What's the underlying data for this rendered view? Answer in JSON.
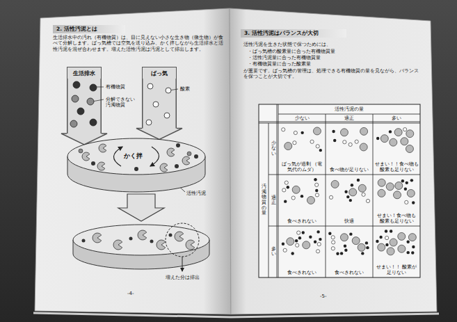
{
  "diagram": {
    "nodes": [
      {
        "text": [
          "-4-"
        ]
      },
      {
        "text": [
          "2. 活性汚泥とは"
        ],
        "in": 0
      },
      {
        "text": [
          "生活排水"
        ],
        "in": 0
      },
      {
        "text": [
          "ばっ気"
        ],
        "in": 0
      },
      {
        "text": [
          "かく拌"
        ],
        "in": 0
      },
      {
        "text": [
          "-5-"
        ]
      },
      {
        "text": [
          "3. 活性汚泥はバランスが大切"
        ],
        "in": 5
      }
    ],
    "edges": [
      {
        "from": 2,
        "to": 4,
        "arrow": "to"
      },
      {
        "from": 3,
        "to": 4,
        "arrow": "to"
      }
    ],
    "labels": [
      "生活排水中の汚れ（有機物質）は、目に見えない小さな生き物（微生物）が食べて分解します。ばっ気槽では空気を送り込み、かく拌しながら生活排水と活性汚泥を混ぜ合わせます。増えた活性汚泥は汚泥として排出します。",
      "有機物質",
      "分解できない汚濁物質",
      "酸素",
      "活性汚泥",
      "増えた分は排出",
      "活性汚泥を生きた状態で保つためには、",
      "・ばっ気槽の酸素量に合った有機物質量",
      "・活性汚泥量に合った有機物質量",
      "・有機物質量に合った酸素量",
      "が重要です。ばっ気槽の管理は、処理できる有機物質の量を見ながら、バランスを保つことが大切です。",
      "活性汚泥の量",
      "少ない",
      "適正",
      "多い",
      "汚濁物質の量",
      "少ない",
      "ばっ気が過剰 （電気代のムダ）",
      "食べ物が足りない",
      "せまい！！食べ物も 酸素も足りない",
      "適正",
      "食べきれない",
      "快適",
      "せまい！食べ物も 酸素も足りない",
      "多い",
      "食べきれない",
      "食べきれない",
      "せまい！！ 酸素が足りない"
    ]
  }
}
